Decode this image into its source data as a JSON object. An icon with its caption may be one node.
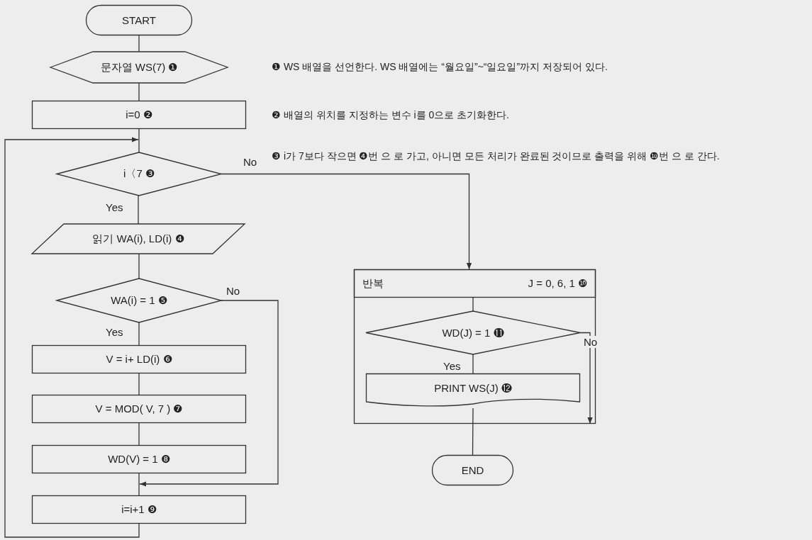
{
  "diagram": {
    "nodes": [
      {
        "text": [
          "START"
        ]
      },
      {
        "text": [
          "문자열 WS(7) ❶"
        ]
      },
      {
        "text": [
          "i=0 ❷"
        ]
      },
      {
        "text": [
          "i〈7 ❸"
        ]
      },
      {
        "text": [
          "읽기 WA(i), LD(i) ❹"
        ]
      },
      {
        "text": [
          "WA(i) = 1 ❺"
        ]
      },
      {
        "text": [
          "V = i+ LD(i) ❻"
        ]
      },
      {
        "text": [
          "V = MOD( V, 7 ) ❼"
        ]
      },
      {
        "text": [
          "WD(V) = 1 ❽"
        ]
      },
      {
        "text": [
          "i=i+1 ❾"
        ]
      },
      {
        "text": [],
        "shape": "box"
      },
      {
        "text": [
          "반복",
          "J = 0, 6, 1 ❿"
        ],
        "in": 10
      },
      {
        "text": [
          "WD(J) = 1 ⓫"
        ],
        "in": 10
      },
      {
        "text": [
          "PRINT WS(J) ⓬"
        ],
        "in": 10
      },
      {
        "text": [
          "END"
        ]
      }
    ],
    "edges": [
      {
        "from": 0,
        "to": 1,
        "arrow": "none"
      },
      {
        "from": 1,
        "to": 2,
        "arrow": "none"
      },
      {
        "from": 2,
        "to": 3,
        "arrow": "none"
      },
      {
        "from": 3,
        "to": 4,
        "arrow": "none",
        "label": "Yes"
      },
      {
        "from": 3,
        "to": 11,
        "arrow": "to",
        "label": "No"
      },
      {
        "from": 4,
        "to": 5,
        "arrow": "none"
      },
      {
        "from": 5,
        "to": 6,
        "arrow": "none",
        "label": "Yes"
      },
      {
        "from": 5,
        "to": 9,
        "arrow": "to",
        "label": "No"
      },
      {
        "from": 6,
        "to": 7,
        "arrow": "none"
      },
      {
        "from": 7,
        "to": 8,
        "arrow": "none"
      },
      {
        "from": 8,
        "to": 9,
        "arrow": "none"
      },
      {
        "from": 9,
        "to": 3,
        "arrow": "to"
      },
      {
        "from": 11,
        "to": 12,
        "arrow": "none"
      },
      {
        "from": 12,
        "to": 13,
        "arrow": "none",
        "label": "Yes"
      },
      {
        "from": 12,
        "to": 10,
        "arrow": "to",
        "label": "No"
      },
      {
        "from": 13,
        "to": 14,
        "arrow": "none"
      }
    ],
    "labels": [
      "❶ WS 배열을 선언한다. WS 배열에는 “월요일”~“일요일”까지 저장되어 있다.",
      "❷ 배열의 위치를 지정하는 변수 i를 0으로 초기화한다.",
      "❸ i가 7보다 작으면 ❹번 으 로 가고, 아니면 모든 처리가 완료된 것이므로 출력을 위해 ❿번 으 로 간다."
    ]
  }
}
